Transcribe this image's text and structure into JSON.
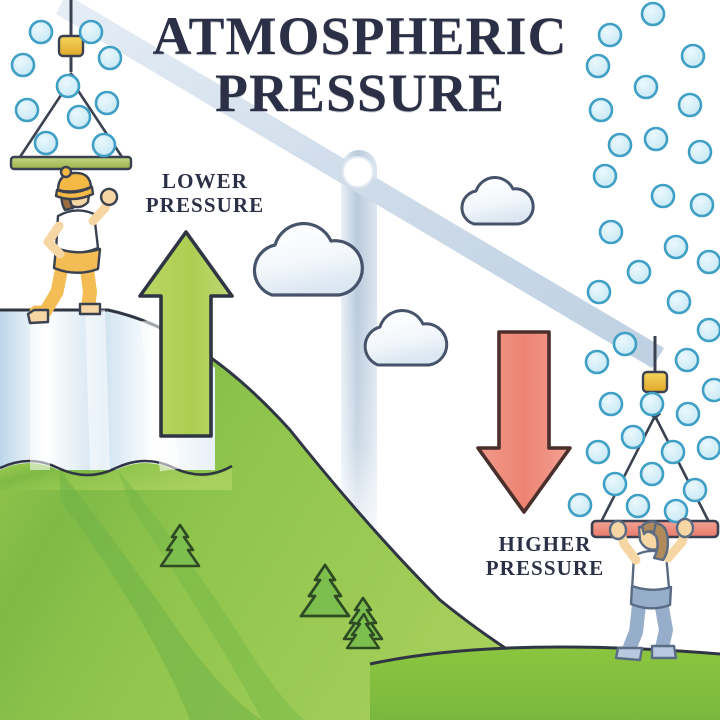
{
  "diagram": {
    "title": "ATMOSPHERIC PRESSURE",
    "title_lines": [
      "ATMOSPHERIC",
      "PRESSURE"
    ],
    "labels": {
      "lower_pressure": "LOWER PRESSURE",
      "lower_pressure_lines": [
        "LOWER",
        "PRESSURE"
      ],
      "higher_pressure": "HIGHER PRESSURE",
      "higher_pressure_lines": [
        "HIGHER",
        "PRESSURE"
      ]
    },
    "arrows": {
      "up_arrow": {
        "direction": "up",
        "meaning": "lower pressure",
        "color": "#b6d45c"
      },
      "down_arrow": {
        "direction": "down",
        "meaning": "higher pressure",
        "color": "#ef8a7a"
      }
    },
    "balance": {
      "type": "tilted-beam-scale",
      "pivot_label": "pivot",
      "left_pan_color": "#a8bd57",
      "right_pan_color": "#ef8a7a",
      "beam_color": "#cfdcea",
      "post_color": "#b9cbdd",
      "tilt": "left side high, right side low"
    },
    "molecules": {
      "label": "air molecules",
      "fill": "#cdeaf6",
      "stroke": "#3f9fc4",
      "left_count": 8,
      "right_count": 34,
      "note": "fewer molecules at high altitude, more at sea level"
    },
    "scene": {
      "mountain_label": "mountain",
      "snow_color": "#c7dcee",
      "grass_color": "#8cc63f",
      "grass_dark": "#63b054",
      "ground_label": "ground",
      "tree_count": 4,
      "cloud_count": 3
    },
    "characters": {
      "left": {
        "name": "hiker-on-mountain",
        "hat_color": "#f4b944",
        "hair_color": "#9c6b3f",
        "shirt_color": "#ffffff",
        "pants_color": "#f4bc55",
        "skin_color": "#f6d6a3"
      },
      "right": {
        "name": "person-at-sea-level",
        "hair_color": "#b08a5a",
        "shirt_color": "#ffffff",
        "pants_color": "#97aecb",
        "skin_color": "#f6d6a3"
      }
    },
    "colors": {
      "text": "#2b3046",
      "outline": "#2f3542",
      "green_arrow": "#b6d45c",
      "red_arrow": "#ef8a7a",
      "molecule_blue": "#3f9fc4",
      "background": "#ffffff"
    }
  }
}
